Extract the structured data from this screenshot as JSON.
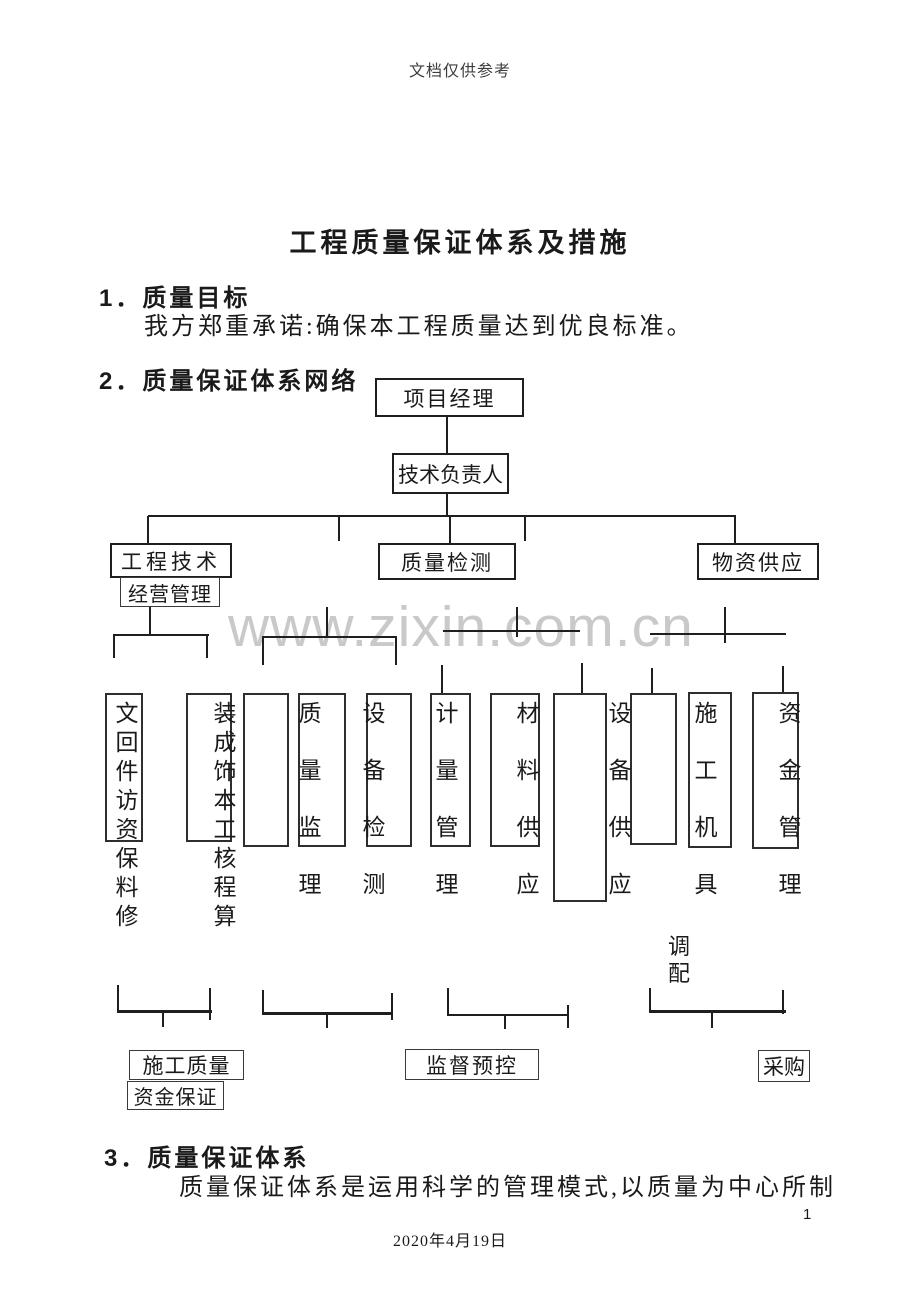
{
  "header": {
    "note": "文档仅供参考"
  },
  "title": "工程质量保证体系及措施",
  "sections": {
    "s1_heading": "1．质量目标",
    "s1_body": "我方郑重承诺:确保本工程质量达到优良标准。",
    "s2_heading": "2．质量保证体系网络",
    "s3_heading": "3．质量保证体系",
    "s3_body": "质量保证体系是运用科学的管理模式,以质量为中心所制"
  },
  "watermark": "www.zixin.com.cn",
  "diagram": {
    "nodes": {
      "project_manager": "项目经理",
      "technical_director": "技术负责人",
      "engineering_tech": "工程技术",
      "business_management": "经营管理",
      "quality_inspection": "质量检测",
      "material_supply_dept": "物资供应"
    },
    "columns": {
      "doc_archive": "文回件访资保料修",
      "decoration_cost": "装成饰本工核程算",
      "quality_supervision": "质量监理",
      "equipment_testing": "设备检测",
      "measurement_management": "计量管理",
      "material_supply": "材料供应",
      "equipment_supply": "设备供应",
      "construction_machinery": "施工机具",
      "fund_management": "资金管理",
      "allocation": "调配"
    },
    "bottom_nodes": {
      "construction_quality": "施工质量",
      "fund_guarantee": "资金保证",
      "supervision_precontrol": "监督预控",
      "procurement": "采购"
    }
  },
  "footer": {
    "page_number": "1",
    "date": "2020年4月19日"
  },
  "colors": {
    "text": "#1a1a1a",
    "line": "#1f1f1f",
    "watermark": "#c9c9c9",
    "background": "#ffffff"
  }
}
